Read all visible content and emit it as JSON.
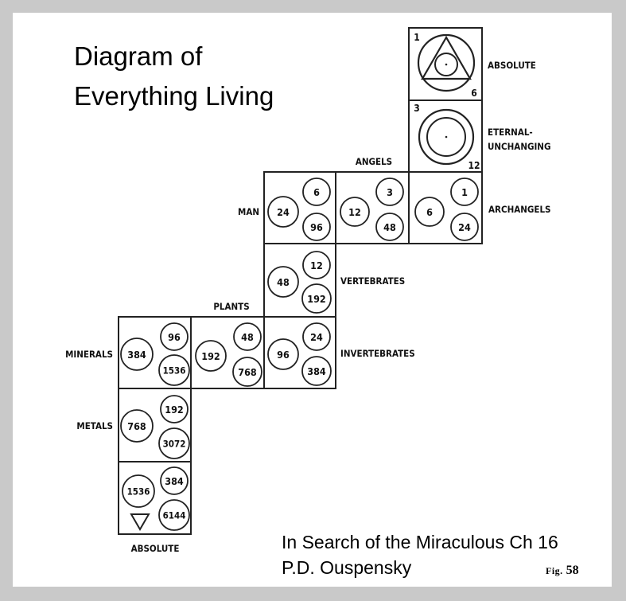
{
  "title": {
    "line1": "Diagram of",
    "line2": "Everything Living"
  },
  "credit": {
    "line1": "In Search of the Miraculous Ch 16",
    "line2": "P.D. Ouspensky"
  },
  "figure_label": {
    "prefix": "Fig.",
    "number": "58"
  },
  "levels": [
    {
      "id": "absolute-top",
      "label": "ABSOLUTE",
      "corner_numbers": [
        "1",
        "6"
      ],
      "symbol": "triangle-in-circle"
    },
    {
      "id": "eternal-unchanging",
      "label_lines": [
        "ETERNAL-",
        "UNCHANGING"
      ],
      "corner_numbers": [
        "3",
        "12"
      ],
      "symbol": "concentric-circles"
    },
    {
      "id": "archangels",
      "label": "ARCHANGELS",
      "numbers": [
        "1",
        "6",
        "24"
      ]
    },
    {
      "id": "angels",
      "label": "ANGELS",
      "numbers": [
        "3",
        "12",
        "48"
      ]
    },
    {
      "id": "man",
      "label": "MAN",
      "numbers": [
        "6",
        "24",
        "96"
      ]
    },
    {
      "id": "vertebrates",
      "label": "VERTEBRATES",
      "numbers": [
        "12",
        "48",
        "192"
      ]
    },
    {
      "id": "invertebrates",
      "label": "INVERTEBRATES",
      "numbers": [
        "24",
        "96",
        "384"
      ]
    },
    {
      "id": "plants",
      "label": "PLANTS",
      "numbers": [
        "48",
        "192",
        "768"
      ]
    },
    {
      "id": "minerals",
      "label": "MINERALS",
      "numbers": [
        "96",
        "384",
        "1536"
      ]
    },
    {
      "id": "metals",
      "label": "METALS",
      "numbers": [
        "192",
        "768",
        "3072"
      ]
    },
    {
      "id": "absolute-bottom",
      "label": "ABSOLUTE",
      "numbers": [
        "384",
        "1536",
        "6144"
      ],
      "symbol": "down-triangle"
    }
  ]
}
